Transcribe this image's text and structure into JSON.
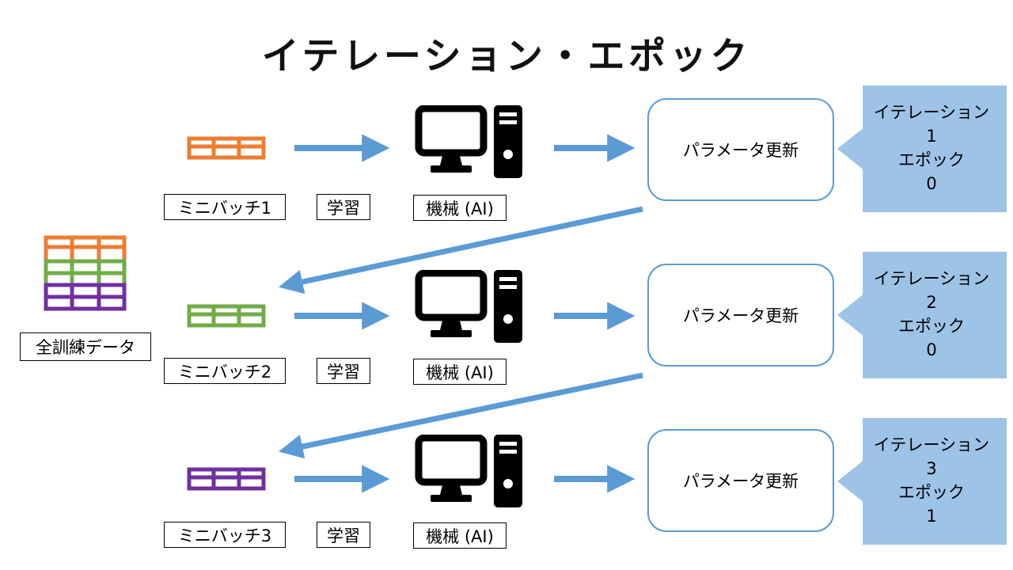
{
  "title": "イテレーション・エポック",
  "colors": {
    "arrow": "#5B9BD5",
    "callout_bg": "#9DC3E6",
    "param_border": "#5B9BD5",
    "orange": "#ED7D31",
    "green": "#70AD47",
    "purple": "#7030A0",
    "machine_icon": "#000000"
  },
  "full_training_data": {
    "label": "全訓練データ"
  },
  "rows": [
    {
      "minibatch_label": "ミニバッチ1",
      "learn_label": "学習",
      "machine_label": "機械 (AI)",
      "param_update_label": "パラメータ更新",
      "callout": {
        "lines": [
          "イテレーション",
          "1",
          "エポック",
          "0"
        ]
      }
    },
    {
      "minibatch_label": "ミニバッチ2",
      "learn_label": "学習",
      "machine_label": "機械 (AI)",
      "param_update_label": "パラメータ更新",
      "callout": {
        "lines": [
          "イテレーション",
          "2",
          "エポック",
          "0"
        ]
      }
    },
    {
      "minibatch_label": "ミニバッチ3",
      "learn_label": "学習",
      "machine_label": "機械 (AI)",
      "param_update_label": "パラメータ更新",
      "callout": {
        "lines": [
          "イテレーション",
          "3",
          "エポック",
          "1"
        ]
      }
    }
  ]
}
